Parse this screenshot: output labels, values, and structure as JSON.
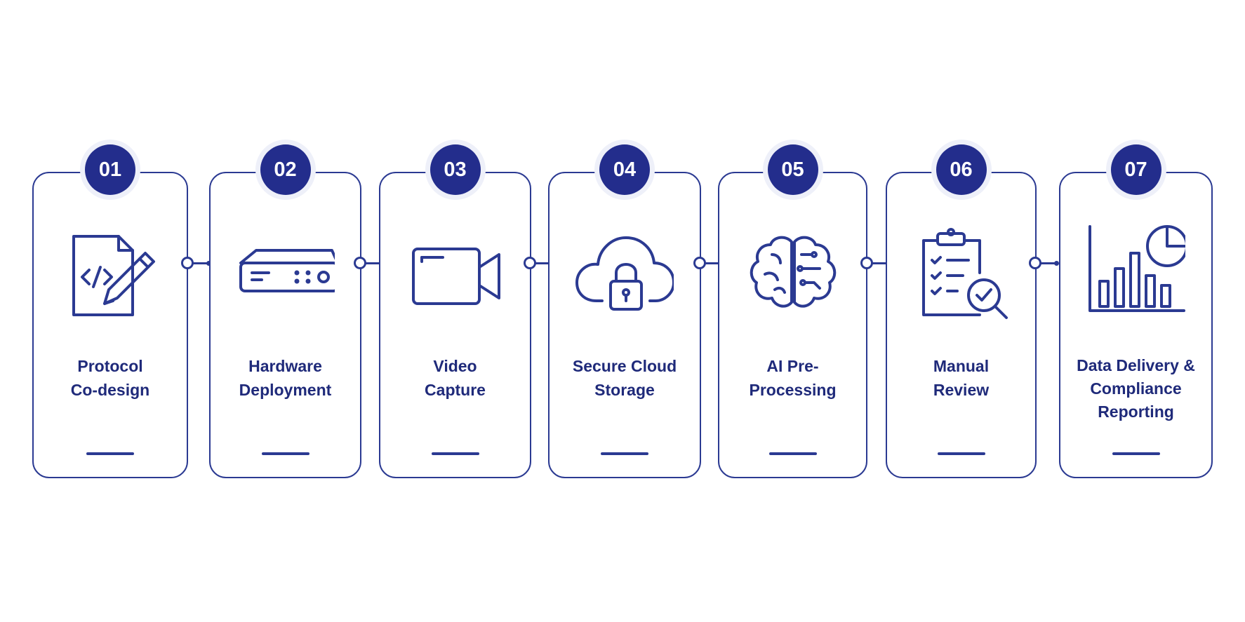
{
  "steps": [
    {
      "number": "01",
      "label_lines": [
        "Protocol",
        "Co-design"
      ],
      "icon": "document-code-pencil-icon"
    },
    {
      "number": "02",
      "label_lines": [
        "Hardware",
        "Deployment"
      ],
      "icon": "hardware-device-icon"
    },
    {
      "number": "03",
      "label_lines": [
        "Video",
        "Capture"
      ],
      "icon": "video-camera-icon"
    },
    {
      "number": "04",
      "label_lines": [
        "Secure Cloud",
        "Storage"
      ],
      "icon": "cloud-lock-icon"
    },
    {
      "number": "05",
      "label_lines": [
        "AI Pre-",
        "Processing"
      ],
      "icon": "ai-brain-icon"
    },
    {
      "number": "06",
      "label_lines": [
        "Manual",
        "Review"
      ],
      "icon": "clipboard-magnifier-icon"
    },
    {
      "number": "07",
      "label_lines": [
        "Data Delivery &",
        "Compliance",
        "Reporting"
      ],
      "icon": "bar-pie-chart-icon"
    }
  ],
  "colors": {
    "primary": "#232d8c",
    "stroke": "#2b3a92",
    "text": "#1f2a7a",
    "background": "#ffffff"
  }
}
